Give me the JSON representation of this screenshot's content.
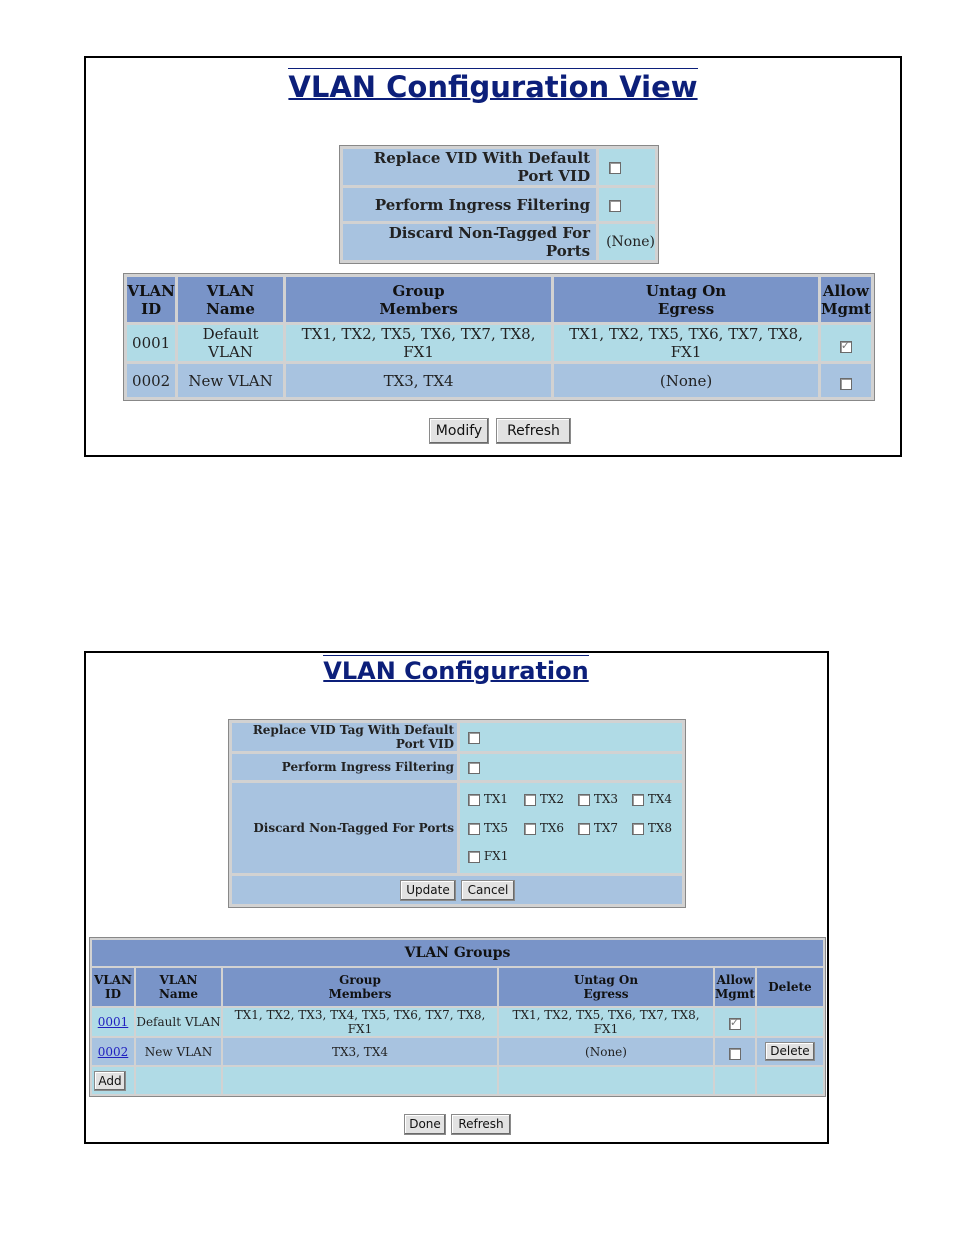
{
  "view": {
    "title": "VLAN Configuration View",
    "options": [
      {
        "label": "Replace VID With Default Port VID",
        "checked": false
      },
      {
        "label": "Perform Ingress Filtering",
        "checked": false
      },
      {
        "label": "Discard Non-Tagged For Ports",
        "value": "(None)"
      }
    ],
    "headers": [
      [
        "VLAN",
        "ID"
      ],
      [
        "VLAN",
        "Name"
      ],
      [
        "Group",
        "Members"
      ],
      [
        "Untag On",
        "Egress"
      ],
      [
        "Allow",
        "Mgmt"
      ]
    ],
    "rows": [
      {
        "id": "0001",
        "name": "Default VLAN",
        "members": "TX1, TX2, TX5, TX6, TX7, TX8, FX1",
        "untag": "TX1, TX2, TX5, TX6, TX7, TX8, FX1",
        "mgmt": true
      },
      {
        "id": "0002",
        "name": "New VLAN",
        "members": "TX3, TX4",
        "untag": "(None)",
        "mgmt": false
      }
    ],
    "buttons": {
      "modify": "Modify",
      "refresh": "Refresh"
    }
  },
  "config": {
    "title": "VLAN Configuration",
    "options": [
      {
        "label": "Replace VID Tag With Default Port VID",
        "checked": false
      },
      {
        "label": "Perform Ingress Filtering",
        "checked": false
      },
      {
        "label": "Discard Non-Tagged For Ports"
      }
    ],
    "ports": [
      "TX1",
      "TX2",
      "TX3",
      "TX4",
      "TX5",
      "TX6",
      "TX7",
      "TX8",
      "FX1"
    ],
    "form_buttons": {
      "update": "Update",
      "cancel": "Cancel"
    },
    "groups_title": "VLAN Groups",
    "headers": [
      [
        "VLAN",
        "ID"
      ],
      [
        "VLAN",
        "Name"
      ],
      [
        "Group",
        "Members"
      ],
      [
        "Untag On",
        "Egress"
      ],
      [
        "Allow",
        "Mgmt"
      ],
      [
        "Delete",
        ""
      ]
    ],
    "rows": [
      {
        "id": "0001",
        "name": "Default VLAN",
        "members": "TX1, TX2, TX3, TX4, TX5, TX6, TX7, TX8, FX1",
        "untag": "TX1, TX2, TX5, TX6, TX7, TX8, FX1",
        "mgmt": true,
        "delete": ""
      },
      {
        "id": "0002",
        "name": "New VLAN",
        "members": "TX3, TX4",
        "untag": "(None)",
        "mgmt": false,
        "delete": "Delete"
      }
    ],
    "add_label": "Add",
    "buttons": {
      "done": "Done",
      "refresh": "Refresh"
    }
  }
}
